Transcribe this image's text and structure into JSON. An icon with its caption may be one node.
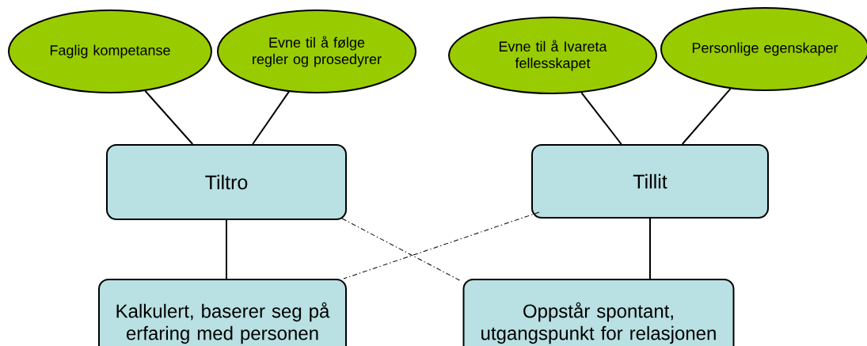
{
  "diagram": {
    "nodes": [
      {
        "text": [
          "Faglig kompetanse"
        ]
      },
      {
        "text": [
          "Evne til å følge regler og prosedyrer"
        ]
      },
      {
        "text": [
          "Evne til å Ivareta fellesskapet"
        ]
      },
      {
        "text": [
          "Personlige egenskaper"
        ]
      },
      {
        "text": [
          "Tiltro"
        ]
      },
      {
        "text": [
          "Tillit"
        ]
      },
      {
        "text": [
          "Kalkulert, baserer seg på erfaring med personen"
        ]
      },
      {
        "text": [
          "Oppstår spontant, utgangspunkt for relasjonen"
        ]
      }
    ],
    "edges": [
      {
        "from": 0,
        "to": 4,
        "arrow": "none"
      },
      {
        "from": 1,
        "to": 4,
        "arrow": "none"
      },
      {
        "from": 2,
        "to": 5,
        "arrow": "none"
      },
      {
        "from": 3,
        "to": 5,
        "arrow": "none"
      },
      {
        "from": 4,
        "to": 6,
        "arrow": "none"
      },
      {
        "from": 5,
        "to": 7,
        "arrow": "none"
      },
      {
        "from": 4,
        "to": 7,
        "arrow": "none",
        "style": "dashed"
      },
      {
        "from": 5,
        "to": 6,
        "arrow": "none",
        "style": "dashed"
      }
    ]
  }
}
